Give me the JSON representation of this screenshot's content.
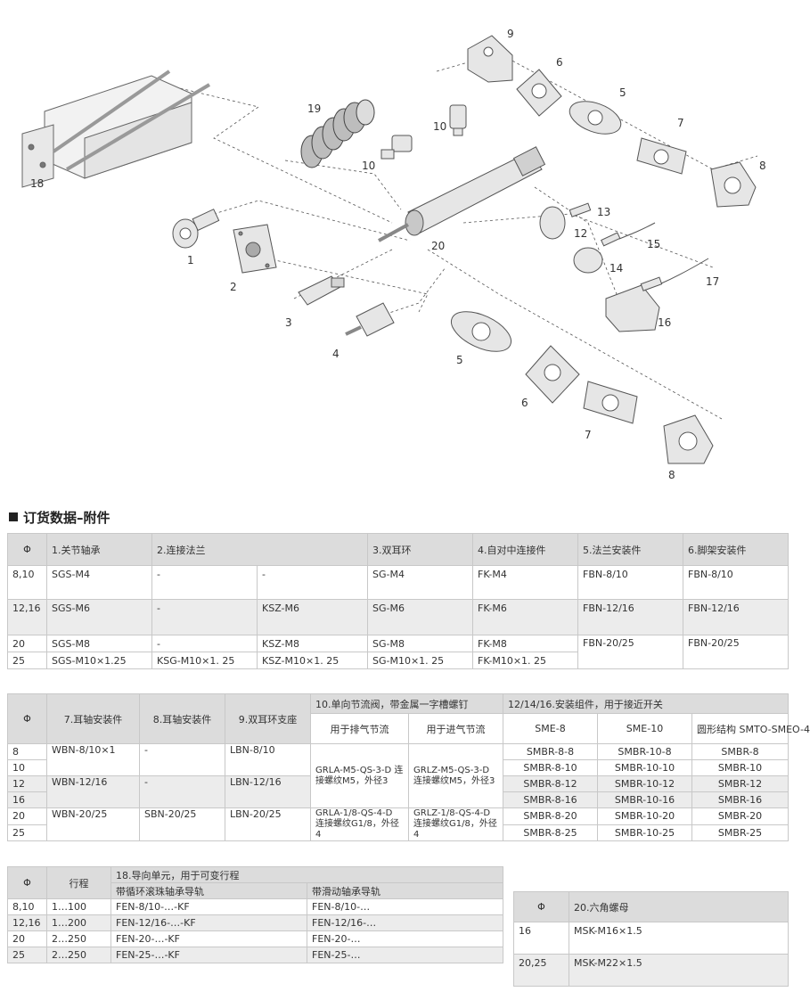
{
  "diagram": {
    "callouts": [
      "1",
      "2",
      "3",
      "4",
      "5",
      "5",
      "6",
      "6",
      "7",
      "7",
      "8",
      "8",
      "9",
      "10",
      "10",
      "12",
      "13",
      "14",
      "15",
      "16",
      "17",
      "18",
      "19",
      "20"
    ]
  },
  "section_title": "订货数据–附件",
  "table1": {
    "headers": [
      "Φ",
      "1.关节轴承",
      "2.连接法兰",
      "3.双耳环",
      "4.自对中连接件",
      "5.法兰安装件",
      "6.脚架安装件"
    ],
    "rows": [
      [
        "8,10",
        "SGS-M4",
        "-",
        "-",
        "SG-M4",
        "FK-M4",
        "FBN-8/10",
        "FBN-8/10"
      ],
      [
        "12,16",
        "SGS-M6",
        "-",
        "KSZ-M6",
        "SG-M6",
        "FK-M6",
        "FBN-12/16",
        "FBN-12/16"
      ],
      [
        "20",
        "SGS-M8",
        "-",
        "KSZ-M8",
        "SG-M8",
        "FK-M8",
        "FBN-20/25",
        "FBN-20/25"
      ],
      [
        "25",
        "SGS-M10×1.25",
        "KSG-M10×1. 25",
        "KSZ-M10×1. 25",
        "SG-M10×1. 25",
        "FK-M10×1. 25"
      ]
    ]
  },
  "table2": {
    "h_phi": "Φ",
    "h7": "7.耳轴安装件",
    "h8": "8.耳轴安装件",
    "h9": "9.双耳环支座",
    "h10": "10.单向节流阀，带金属一字槽螺钉",
    "h10a": "用于排气节流",
    "h10b": "用于进气节流",
    "h12": "12/14/16.安装组件，用于接近开关",
    "h12a": "SME-8",
    "h12b": "SME-10",
    "h12c": "圆形结构 SMTO-SMEO-4",
    "phis": [
      "8",
      "10",
      "12",
      "16",
      "20",
      "25"
    ],
    "c7": [
      "WBN-8/10×1",
      "WBN-12/16",
      "WBN-20/25"
    ],
    "c8": [
      "-",
      "-",
      "SBN-20/25"
    ],
    "c9": [
      "LBN-8/10",
      "LBN-12/16",
      "LBN-20/25"
    ],
    "c10a": [
      "GRLA-M5-QS-3-D 连接螺纹M5，外径3",
      "GRLA-1/8-QS-4-D 连接螺纹G1/8，外径4"
    ],
    "c10b": [
      "GRLZ-M5-QS-3-D 连接螺纹M5，外径3",
      "GRLZ-1/8-QS-4-D 连接螺纹G1/8，外径4"
    ],
    "c12a": [
      "SMBR-8-8",
      "SMBR-8-10",
      "SMBR-8-12",
      "SMBR-8-16",
      "SMBR-8-20",
      "SMBR-8-25"
    ],
    "c12b": [
      "SMBR-10-8",
      "SMBR-10-10",
      "SMBR-10-12",
      "SMBR-10-16",
      "SMBR-10-20",
      "SMBR-10-25"
    ],
    "c12c": [
      "SMBR-8",
      "SMBR-10",
      "SMBR-12",
      "SMBR-16",
      "SMBR-20",
      "SMBR-25"
    ]
  },
  "table3": {
    "h_phi": "Φ",
    "h_stroke": "行程",
    "h18": "18.导向单元，用于可变行程",
    "h18a": "带循环滚珠轴承导轨",
    "h18b": "带滑动轴承导轨",
    "rows": [
      [
        "8,10",
        "1…100",
        "FEN-8/10-…-KF",
        "FEN-8/10-…"
      ],
      [
        "12,16",
        "1…200",
        "FEN-12/16-…-KF",
        "FEN-12/16-…"
      ],
      [
        "20",
        "2…250",
        "FEN-20-…-KF",
        "FEN-20-…"
      ],
      [
        "25",
        "2…250",
        "FEN-25-…-KF",
        "FEN-25-…"
      ]
    ]
  },
  "table4": {
    "h_phi": "Φ",
    "h20": "20.六角螺母",
    "rows": [
      [
        "16",
        "MSK-M16×1.5"
      ],
      [
        "20,25",
        "MSK-M22×1.5"
      ]
    ]
  }
}
